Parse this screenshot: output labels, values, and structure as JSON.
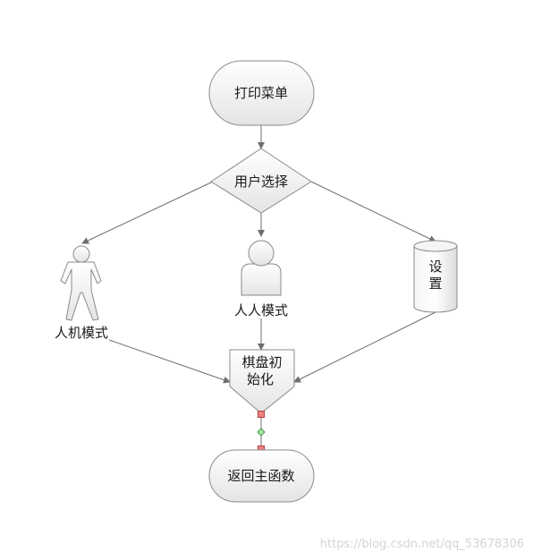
{
  "nodes": {
    "print_menu": "打印菜单",
    "user_choice": "用户选择",
    "pve_mode": "人机模式",
    "pvp_mode": "人人模式",
    "settings_line1": "设",
    "settings_line2": "置",
    "board_init_line1": "棋盘初",
    "board_init_line2": "始化",
    "return_main": "返回主函数"
  },
  "watermark": "https://blog.csdn.net/qq_53678306",
  "colors": {
    "shape_fill_top": "#ffffff",
    "shape_fill_bottom": "#e6e6e6",
    "stroke": "#8a8a8a",
    "edge": "#6e6e6e",
    "connector_red": "#f08080",
    "connector_green": "#a8e6a0"
  }
}
